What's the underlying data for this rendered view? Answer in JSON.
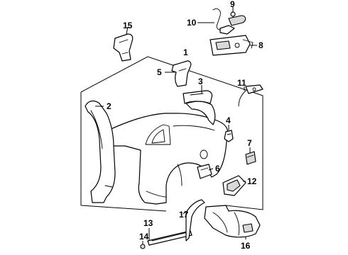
{
  "diagram": {
    "callouts": [
      "1",
      "2",
      "3",
      "4",
      "5",
      "6",
      "7",
      "8",
      "9",
      "10",
      "11",
      "12",
      "13",
      "14",
      "15",
      "16",
      "17"
    ]
  },
  "colors": {
    "line": "#000000",
    "background": "#ffffff",
    "shade": "#d9d9d9"
  }
}
